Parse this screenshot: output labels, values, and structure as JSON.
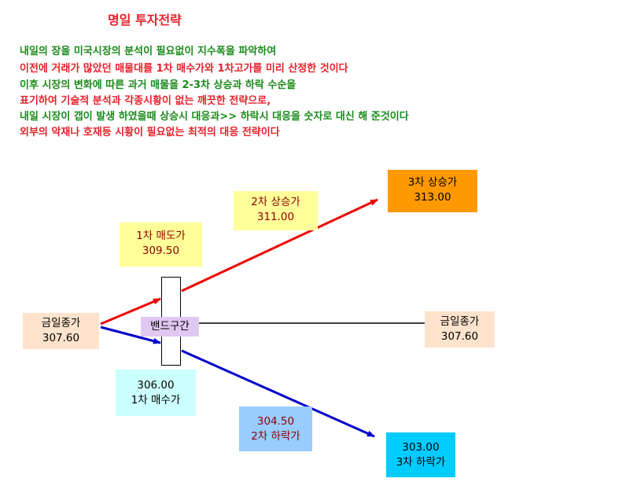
{
  "title": "명일 투자전략",
  "description": [
    {
      "text": "내일의 장을 미국시장의 분석이 필요없이 지수폭을 파악하여",
      "color": "#1a8a1a"
    },
    {
      "text": "이전에 거래가 많았던 매물대를 1차 매수가와 1차고가를 미리 산정한 것이다",
      "color": "#e8202a"
    },
    {
      "text": "이후 시장의 변화에 따른 과거 매물을 2-3차 상승과 하락 수순을",
      "color": "#1a8a1a"
    },
    {
      "text": "표기하여 기술적  분석과 각종시황이 없는 깨끗한 전략으로,",
      "color": "#e8202a"
    },
    {
      "text": "내일 시장이 갭이 발생 하였을때 상승시 대응과>> 하락시 대응을 숫자로 대신 해 준것이다",
      "color": "#1a8a1a"
    },
    {
      "text": "외부의 악재나 호재등  시황이 필요없는 최적의 대응 전략이다",
      "color": "#e8202a"
    }
  ],
  "boxes": {
    "close_left": {
      "label": "금일종가",
      "value": "307.60",
      "bg": "#fde3cc"
    },
    "first_sell": {
      "label": "1차 매도가",
      "value": "309.50",
      "bg": "#ffff99",
      "text_color": "#8b0000"
    },
    "second_up": {
      "label": "2차 상승가",
      "value": "311.00",
      "bg": "#ffff99",
      "text_color": "#8b0000"
    },
    "third_up": {
      "label": "3차 상승가",
      "value": "313.00",
      "bg": "#ff9900"
    },
    "band": {
      "label": "밴드구간",
      "bg": "#e0c8f0"
    },
    "close_right": {
      "label": "금일종가",
      "value": "307.60",
      "bg": "#fde3cc"
    },
    "first_buy": {
      "value": "306.00",
      "label": "1차 매수가",
      "bg": "#ccffff"
    },
    "second_down": {
      "value": "304.50",
      "label": "2차 하락가",
      "bg": "#99ccff",
      "text_color": "#8b0000"
    },
    "third_down": {
      "value": "303.00",
      "label": "3차 하락가",
      "bg": "#00ccff"
    }
  },
  "colors": {
    "up_arrow": "#ee0000",
    "down_arrow": "#0000cc",
    "flat_line": "#000000"
  }
}
